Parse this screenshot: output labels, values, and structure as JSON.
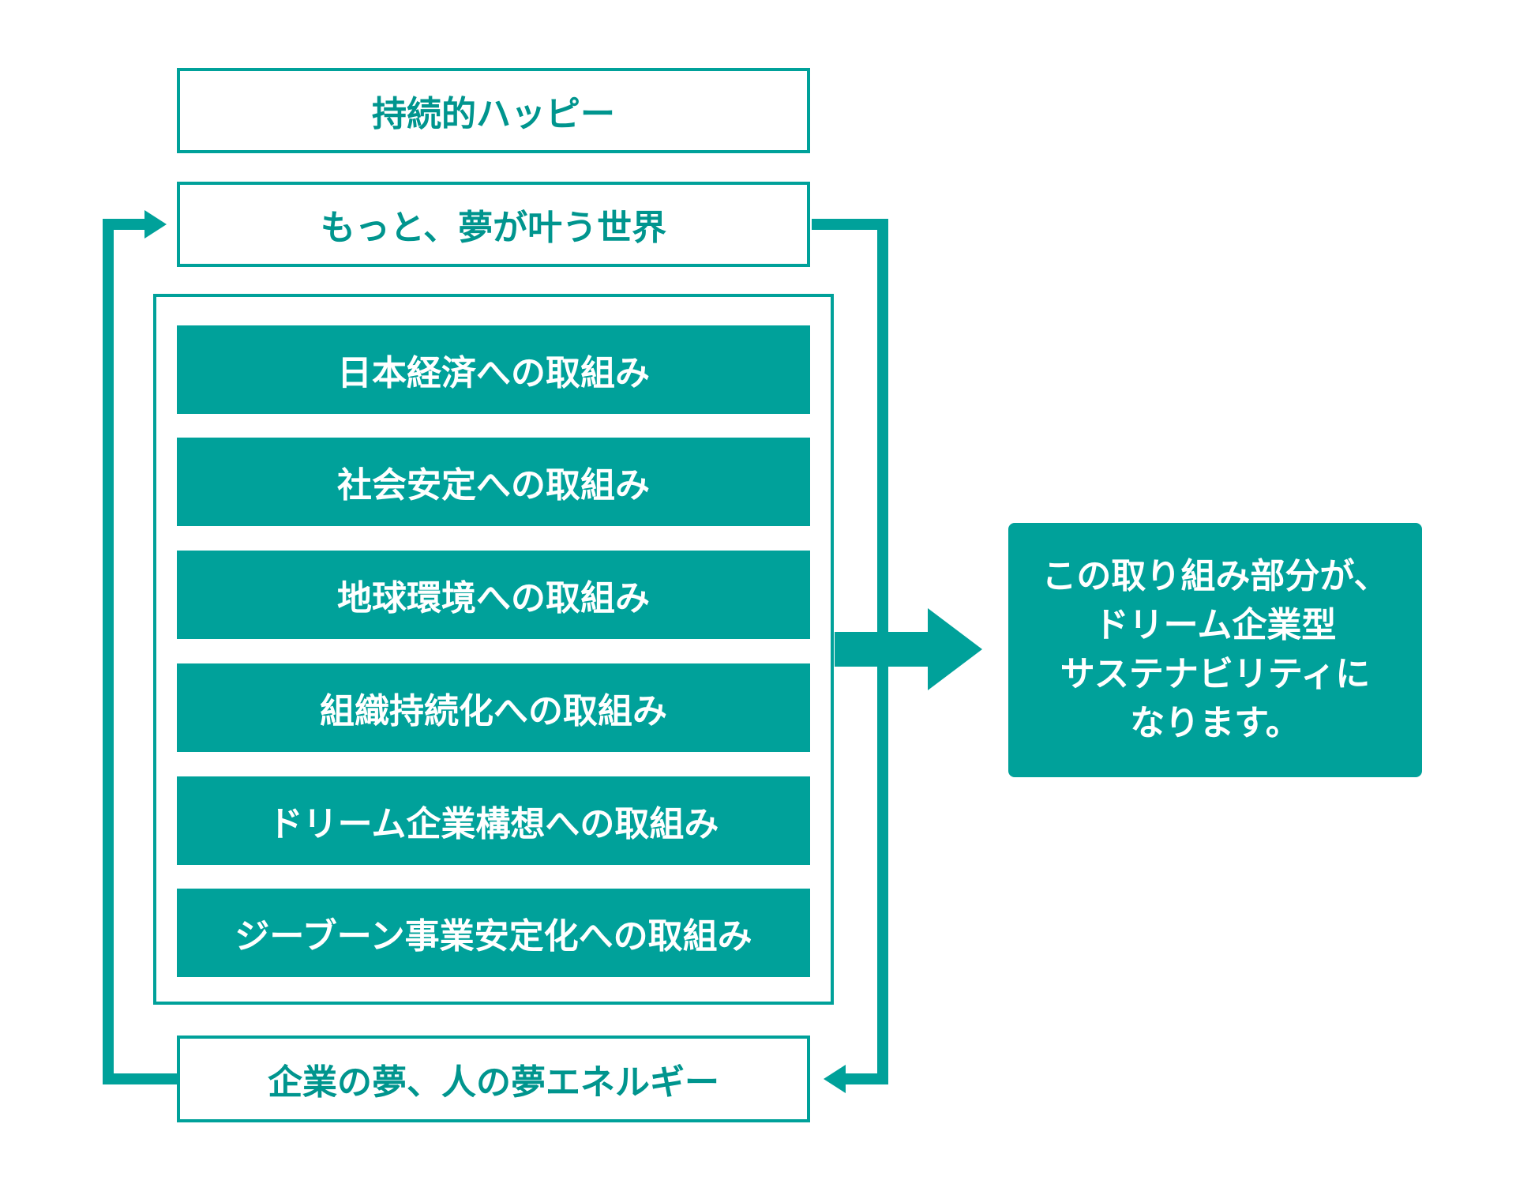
{
  "diagram": {
    "top_box": "持続的ハッピー",
    "cycle_top_box": "もっと、夢が叶う世界",
    "initiatives": [
      "日本経済への取組み",
      "社会安定への取組み",
      "地球環境への取組み",
      "組織持続化への取組み",
      "ドリーム企業構想への取組み",
      "ジーブーン事業安定化への取組み"
    ],
    "cycle_bottom_box": "企業の夢、人の夢エネルギー",
    "result_lines": [
      "この取り組み部分が、",
      "ドリーム企業型",
      "サステナビリティに",
      "なります。"
    ]
  },
  "colors": {
    "accent": "#00a19a",
    "text_accent": "#00958e",
    "background": "#ffffff"
  }
}
